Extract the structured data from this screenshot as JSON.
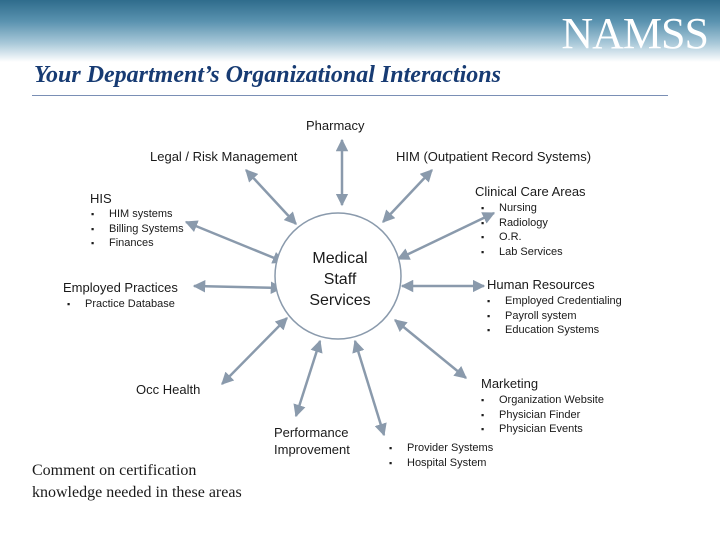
{
  "header": {
    "logo_text": "NAMSS",
    "title": "Your Department’s Organizational Interactions"
  },
  "center": {
    "line1": "Medical",
    "line2": "Staff",
    "line3": "Services"
  },
  "nodes": {
    "pharmacy": {
      "label": "Pharmacy"
    },
    "legal": {
      "label": "Legal / Risk Management"
    },
    "him": {
      "label": "HIM (Outpatient Record Systems)"
    },
    "his": {
      "label": "HIS",
      "items": [
        "HIM systems",
        "Billing Systems",
        "Finances"
      ]
    },
    "clinical": {
      "label": "Clinical Care Areas",
      "items": [
        "Nursing",
        "Radiology",
        "O.R.",
        "Lab Services"
      ]
    },
    "employed": {
      "label": "Employed Practices",
      "items": [
        "Practice Database"
      ]
    },
    "human_resources": {
      "label": "Human Resources",
      "items": [
        "Employed Credentialing",
        "Payroll system",
        "Education Systems"
      ]
    },
    "occ_health": {
      "label": "Occ Health"
    },
    "marketing": {
      "label": "Marketing",
      "items": [
        "Organization Website",
        "Physician Finder",
        "Physician Events"
      ]
    },
    "performance": {
      "line1": "Performance",
      "line2": "Improvement"
    },
    "provider": {
      "items": [
        "Provider Systems",
        "Hospital System"
      ]
    }
  },
  "footer": {
    "comment": "Comment on certification knowledge needed in these areas"
  },
  "colors": {
    "title": "#173b73",
    "arrow": "#8a9aac",
    "header_band": "#2f6c8c"
  }
}
